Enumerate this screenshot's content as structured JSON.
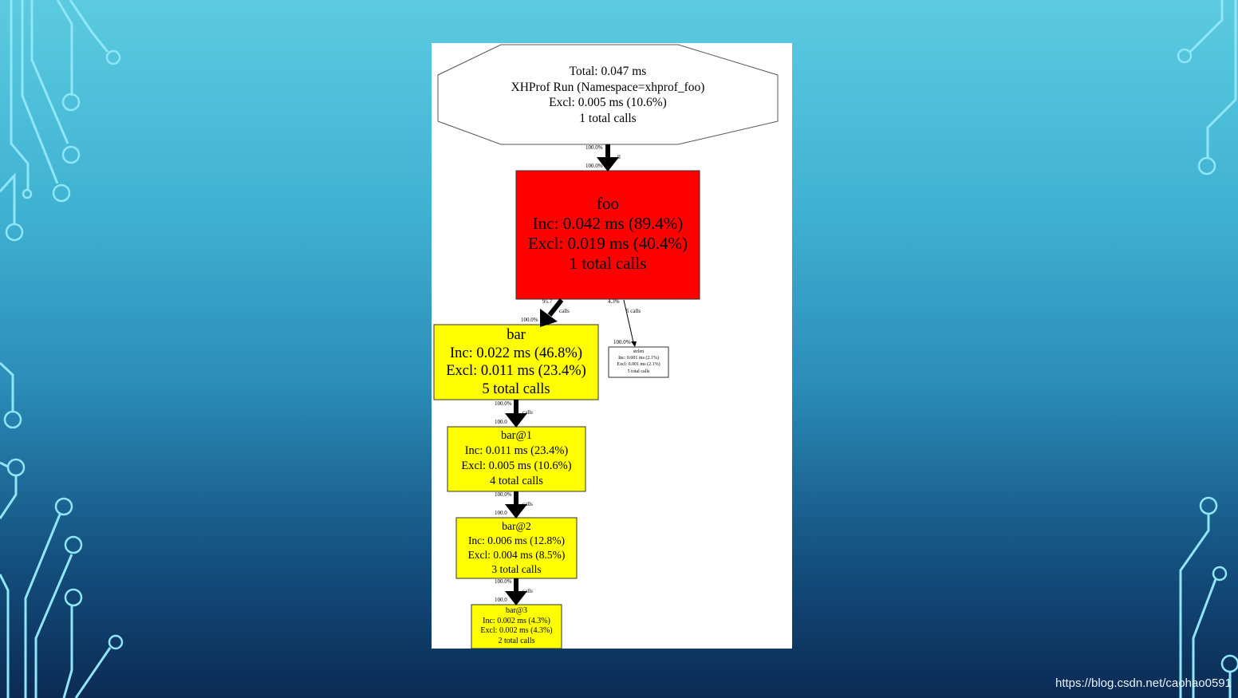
{
  "header_node": {
    "total": "Total: 0.047 ms",
    "run": "XHProf Run (Namespace=xhprof_foo)",
    "excl": "Excl: 0.005 ms (10.6%)",
    "calls": "1 total calls"
  },
  "nodes": [
    {
      "name": "foo",
      "inc": "Inc: 0.042 ms (89.4%)",
      "excl": "Excl: 0.019 ms (40.4%)",
      "calls": "1 total calls",
      "fill": "#ff0000"
    },
    {
      "name": "bar",
      "inc": "Inc: 0.022 ms (46.8%)",
      "excl": "Excl: 0.011 ms (23.4%)",
      "calls": "5 total calls",
      "fill": "#ffff00"
    },
    {
      "name": "bar@1",
      "inc": "Inc: 0.011 ms (23.4%)",
      "excl": "Excl: 0.005 ms (10.6%)",
      "calls": "4 total calls",
      "fill": "#ffff00"
    },
    {
      "name": "bar@2",
      "inc": "Inc: 0.006 ms (12.8%)",
      "excl": "Excl: 0.004 ms (8.5%)",
      "calls": "3 total calls",
      "fill": "#ffff00"
    },
    {
      "name": "bar@3",
      "inc": "Inc: 0.002 ms (4.3%)",
      "excl": "Excl: 0.002 ms (4.3%)",
      "calls": "2 total calls",
      "fill": "#ffff00"
    },
    {
      "name": "strlen",
      "inc": "Inc: 0.001 ms (2.1%)",
      "excl": "Excl: 0.001 ms (2.1%)",
      "calls": "5 total calls",
      "fill": "#ffffff"
    }
  ],
  "edges": [
    {
      "top": "100.0%",
      "top_suffix": "ll",
      "bottom": "100.0%"
    },
    {
      "top": "95.7",
      "top_suffix": "calls",
      "bottom": "100.0%"
    },
    {
      "top": "4.3%",
      "top_suffix": "5 calls",
      "bottom": "100.0%"
    },
    {
      "top": "100.0%",
      "top_suffix": "calls",
      "bottom": "100.0"
    },
    {
      "top": "100.0%",
      "top_suffix": "calls",
      "bottom": "100.0"
    },
    {
      "top": "100.0%",
      "top_suffix": "calls",
      "bottom": "100.0"
    }
  ],
  "watermark": "https://blog.csdn.net/caohao0591"
}
